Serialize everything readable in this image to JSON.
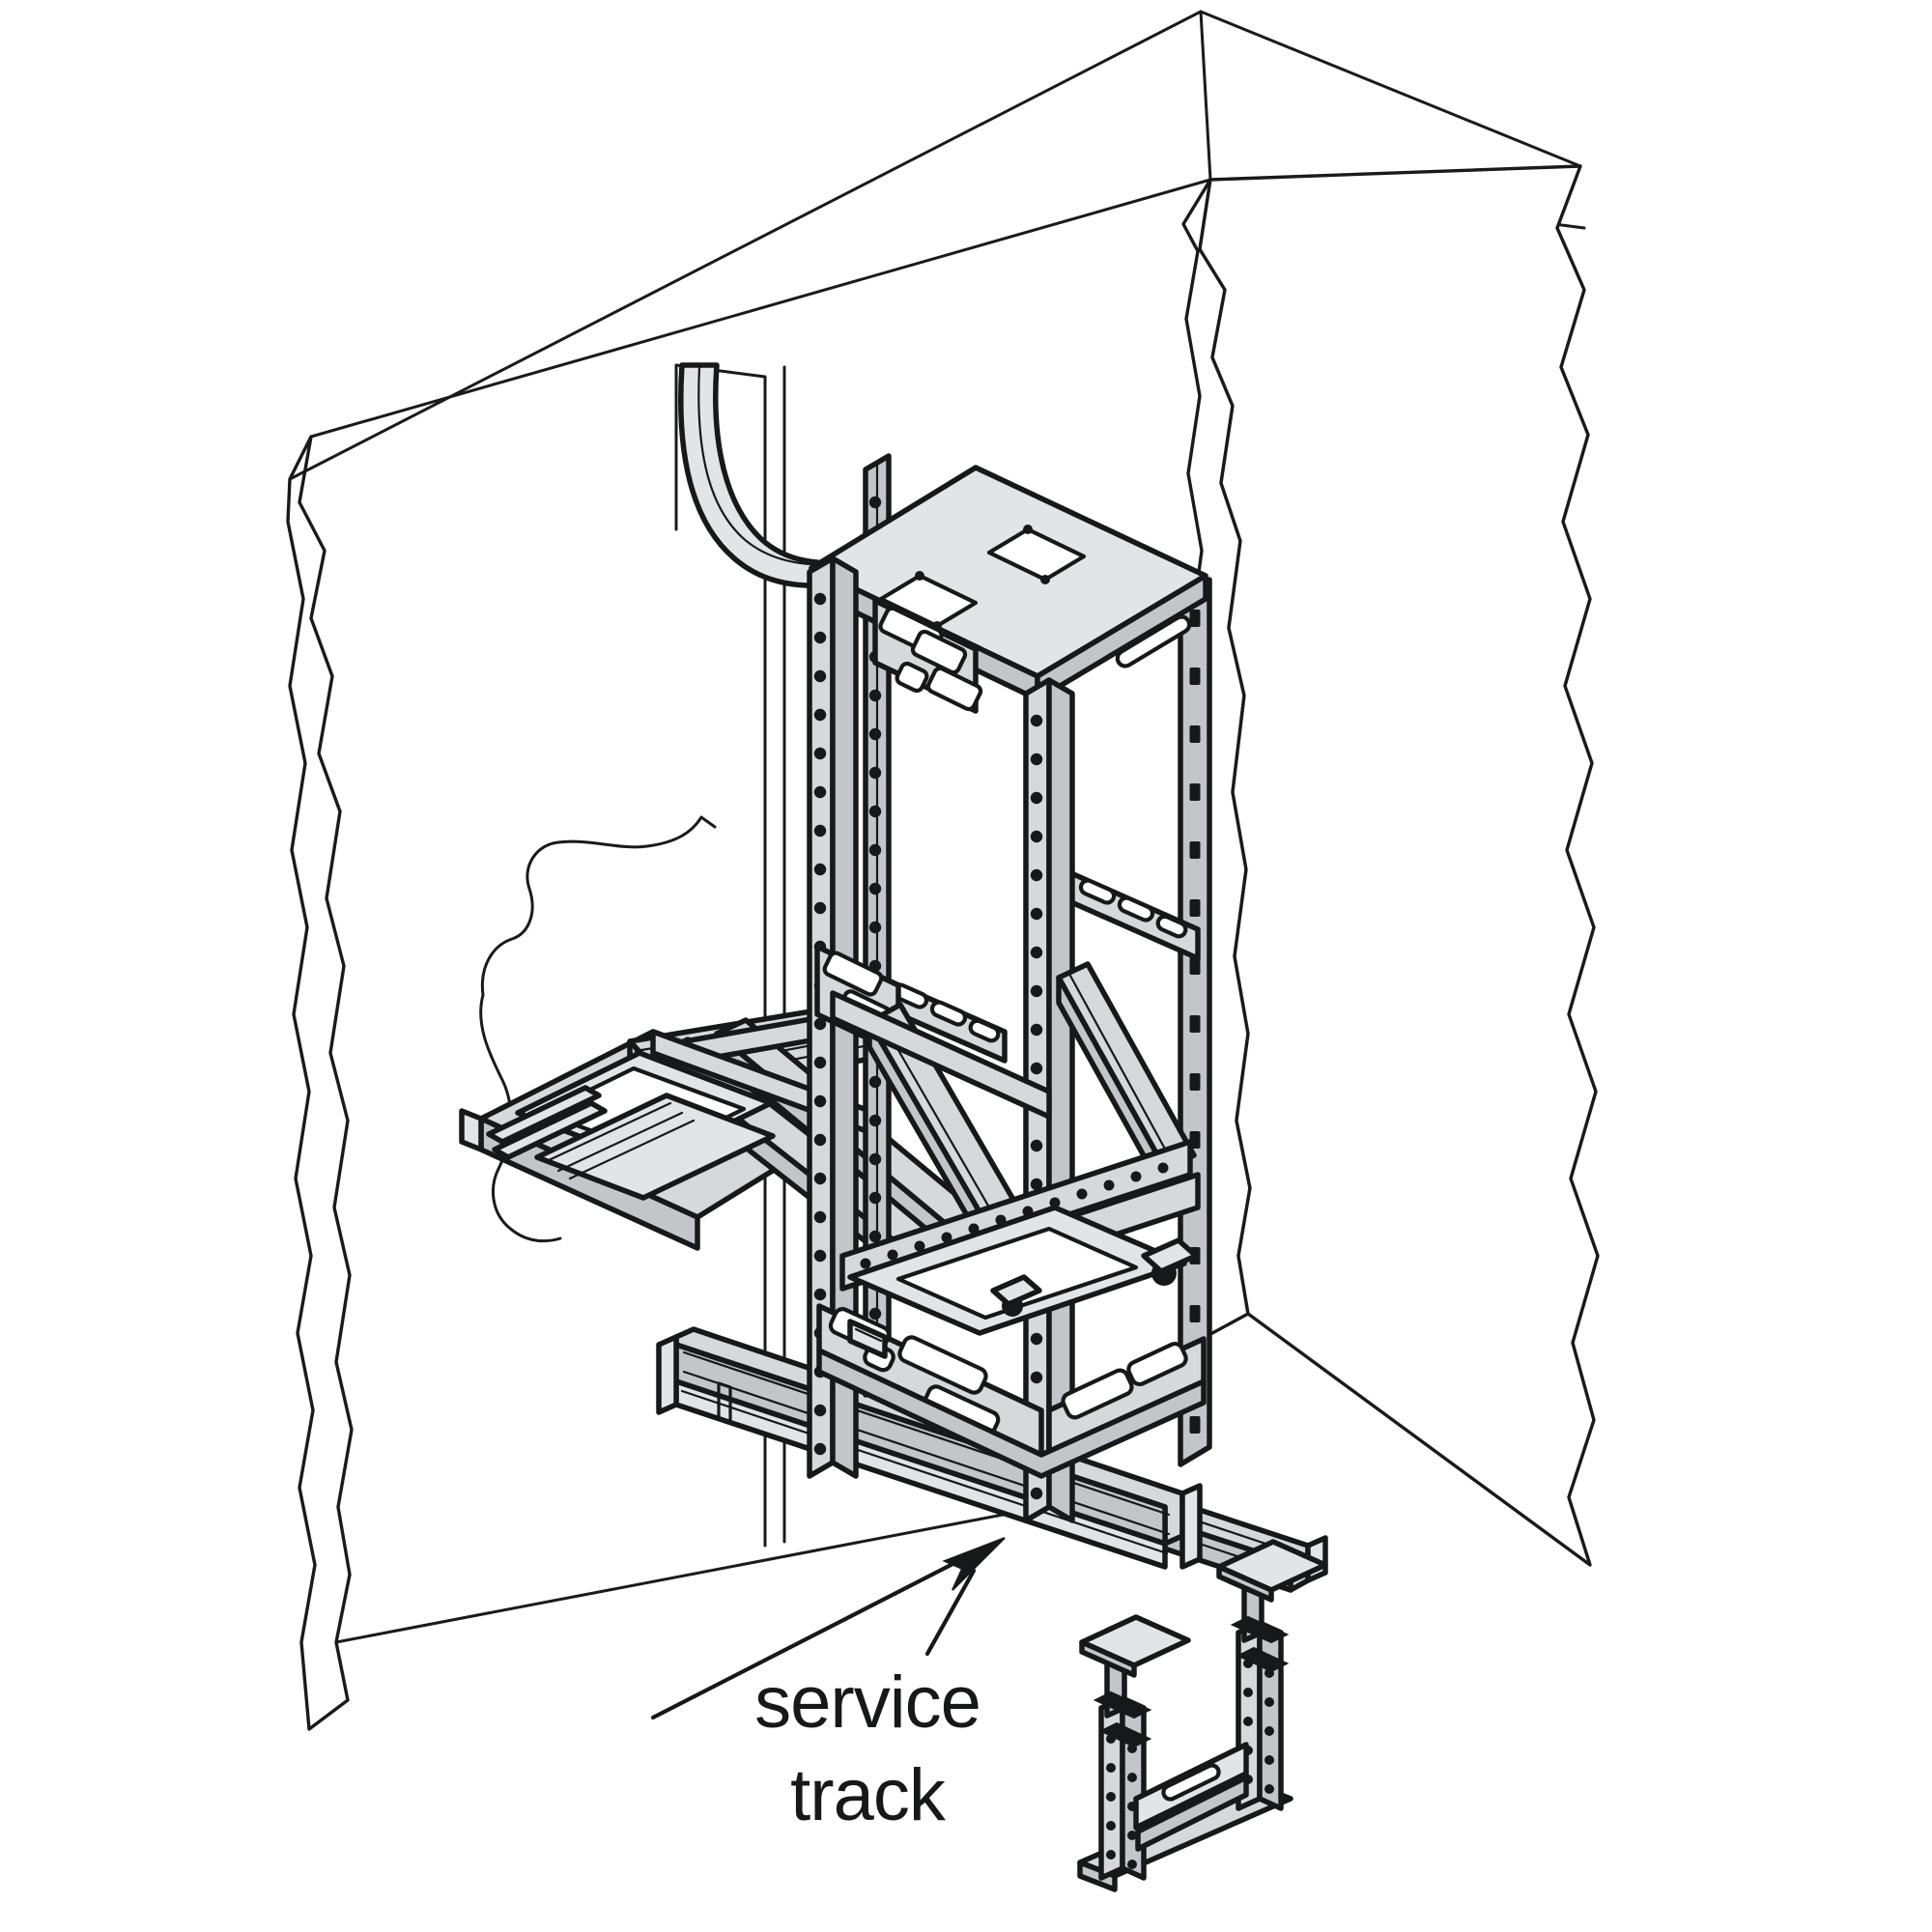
{
  "illustration": {
    "type": "technical-line-drawing",
    "subject": "Seismic equipment rack mounted on a floor service track, with slide-out rail assembly and service jack stand",
    "style": "isometric black-and-white line art with gray metal shading",
    "background_color": "#ffffff",
    "line_color": "#17181a",
    "metal_fill": "#d6d8da",
    "metal_fill_light": "#e2e4e6",
    "metal_fill_dark": "#c3c6c9"
  },
  "callouts": [
    {
      "id": "service-track",
      "line1": "service",
      "line2": "track",
      "text": "service track",
      "arrow": "points up and to the right toward the front floor track rail"
    }
  ],
  "parts": {
    "wall": {
      "name": "room wall / floor cutaway",
      "description": "back wall and left return wall shown with torn break-away edges on both sides"
    },
    "rack": {
      "name": "equipment rack frame",
      "top_panel": "top plate with two square knockout cutouts",
      "posts": "four perforated vertical rack posts with round and square hole patterns",
      "cross_members": "slotted horizontal and diagonal braces",
      "base": "bottom frame with oblong cable/cutout slots"
    },
    "conduit": {
      "name": "cable conduit",
      "description": "flat cable/conduit curving down the wall into the top of the rack"
    },
    "slide_rails": {
      "name": "extended slide rail assembly",
      "description": "telescoping rail pair shown pulled out to the left of the rack"
    },
    "service_track": {
      "name": "service track",
      "description": "two parallel floor-mounted channel track rails running front-left to rear-right under the rack"
    },
    "service_jack": {
      "name": "service jack stand",
      "description": "two perforated telescoping posts with square top pads on a flat base plate"
    }
  }
}
